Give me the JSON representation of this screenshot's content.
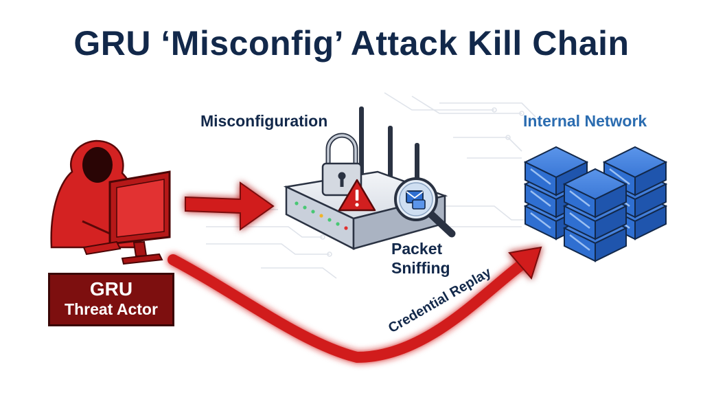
{
  "diagram": {
    "title": "GRU ‘Misconfig’ Attack Kill Chain",
    "threat_actor": {
      "line1": "GRU",
      "line2": "Threat Actor"
    },
    "router_label": "Misconfiguration",
    "sniffing_label": {
      "line1": "Packet",
      "line2": "Sniffing"
    },
    "network_label": "Internal Network",
    "replay_label": "Credential Replay"
  },
  "colors": {
    "title": "#12284a",
    "threat_red": "#d11f1f",
    "actor_box": "#7d0f0f",
    "server_blue": "#2f6fd1",
    "network_label": "#2b6cb0"
  },
  "icons": [
    "hooded-hacker-icon",
    "computer-monitor-icon",
    "router-icon",
    "padlock-icon",
    "warning-icon",
    "magnifier-envelope-icon",
    "server-stack-icon"
  ]
}
